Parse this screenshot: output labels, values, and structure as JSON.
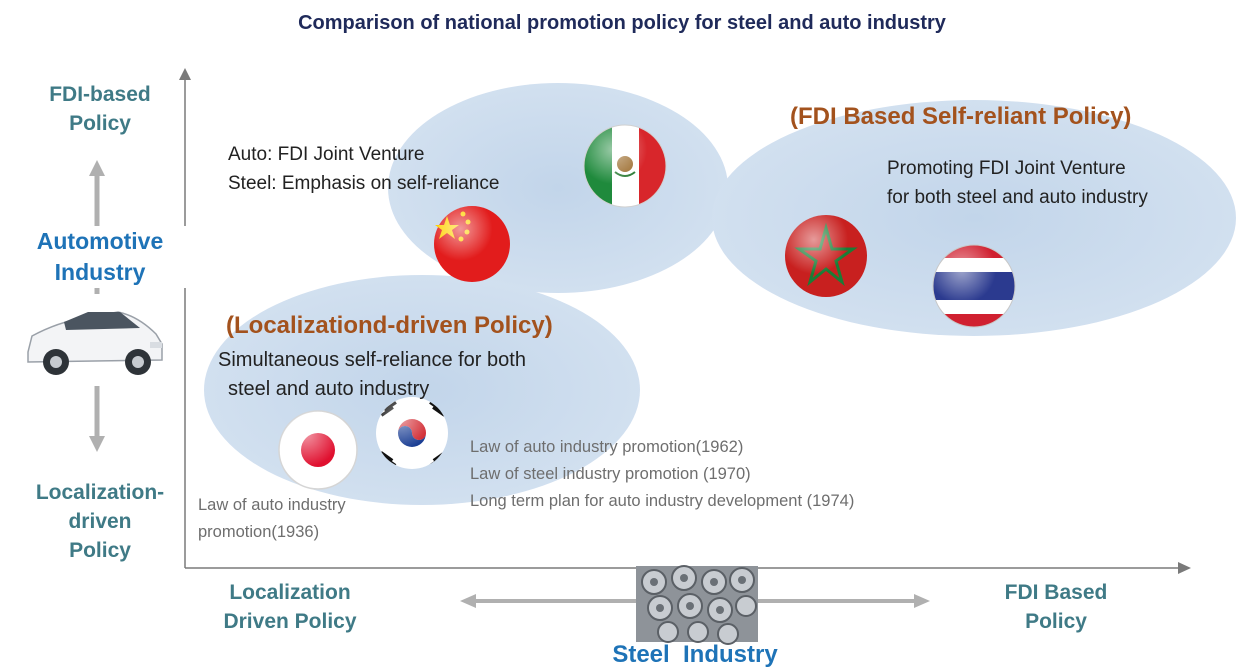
{
  "title": "Comparison of national promotion policy for steel and auto industry",
  "y_axis": {
    "top_label": "FDI-based\nPolicy",
    "middle_label": "Automotive\nIndustry",
    "bottom_label": "Localization-\ndriven\nPolicy"
  },
  "x_axis": {
    "left_label": "Localization\nDriven Policy",
    "right_label": "FDI Based\nPolicy",
    "bottom_label": "Steel  Industry"
  },
  "group_mexico_china": {
    "line1": "Auto: FDI Joint Venture",
    "line2": "Steel: Emphasis on self-reliance"
  },
  "group_fdi_self_reliant": {
    "heading": "(FDI Based Self-reliant Policy)",
    "line1": "Promoting FDI Joint Venture",
    "line2": "for both steel and auto industry"
  },
  "group_localization": {
    "heading": "(Localizationd-driven Policy)",
    "line1": "Simultaneous self-reliance for both",
    "line2": "steel and auto industry"
  },
  "japan_law": {
    "line1": "Law of auto industry",
    "line2": "promotion(1936)"
  },
  "korea_laws": [
    "Law of auto industry promotion(1962)",
    "Law of steel industry promotion (1970)",
    "Long term plan for auto industry development (1974)"
  ],
  "colors": {
    "ellipse": "#c9d9ec",
    "axis": "#7a7a7a",
    "title": "#1f2a5a",
    "axis_label": "#3f7a86",
    "heading_orange": "#a3521d"
  }
}
